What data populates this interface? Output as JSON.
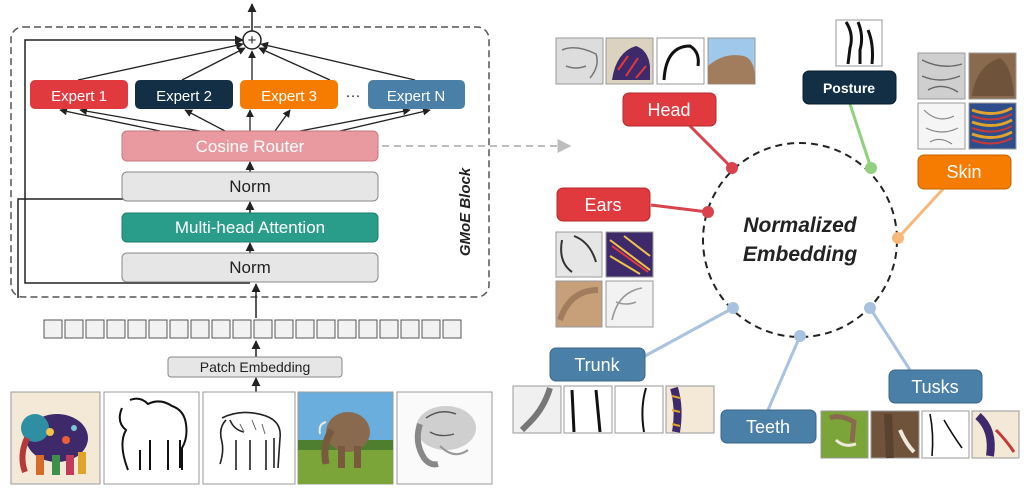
{
  "block": {
    "title": "GMoE Block",
    "experts": [
      {
        "label": "Expert 1",
        "color": "#e0393e"
      },
      {
        "label": "Expert 2",
        "color": "#132f45"
      },
      {
        "label": "Expert 3",
        "color": "#f57c00"
      },
      {
        "label": "Expert N",
        "color": "#4a7fa7"
      }
    ],
    "ellipsis": "···",
    "sum_symbol": "+",
    "router_label": "Cosine Router",
    "norm_top_label": "Norm",
    "attention_label": "Multi-head Attention",
    "norm_bottom_label": "Norm"
  },
  "patch_embedding_label": "Patch Embedding",
  "embedding": {
    "center_line1": "Normalized",
    "center_line2": "Embedding",
    "concepts": [
      {
        "key": "head",
        "label": "Head",
        "color": "#e0393e"
      },
      {
        "key": "posture",
        "label": "Posture",
        "color": "#132f45"
      },
      {
        "key": "skin",
        "label": "Skin",
        "color": "#f57c00"
      },
      {
        "key": "ears",
        "label": "Ears",
        "color": "#e0393e"
      },
      {
        "key": "trunk",
        "label": "Trunk",
        "color": "#4a7fa7"
      },
      {
        "key": "teeth",
        "label": "Teeth",
        "color": "#4a7fa7"
      },
      {
        "key": "tusks",
        "label": "Tusks",
        "color": "#4a7fa7"
      }
    ]
  },
  "colors": {
    "router": "#e99aa0",
    "attention": "#2a9d8a",
    "norm": "#e6e6e6",
    "head_line": "#d9434b",
    "posture_line": "#92d07f",
    "skin_line": "#f7b97a",
    "blue_line": "#a9c2e0"
  }
}
